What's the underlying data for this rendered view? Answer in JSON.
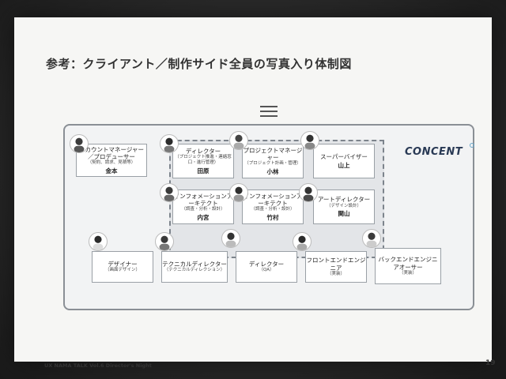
{
  "title": "参考：クライアント／制作サイド全員の写真入り体制図",
  "logo": "CONCENT",
  "footer": {
    "event": "UX NAMA TALK Vol.6 Director's Night",
    "page": "19"
  },
  "roles": {
    "account": {
      "title": "アカウントマネージャー／プロデューサー",
      "sub": "（契約、請求、見積等）",
      "name": "金本"
    },
    "director1": {
      "title": "ディレクター",
      "sub": "（プロジェクト推進・連絡窓口・進行管理）",
      "name": "田原"
    },
    "pm": {
      "title": "プロジェクトマネージャー",
      "sub": "（プロジェクト計画・管理）",
      "name": "小林"
    },
    "supervisor": {
      "title": "スーパーバイザー",
      "sub": "",
      "name": "山上"
    },
    "ia1": {
      "title": "インフォメーションアーキテクト",
      "sub": "（調査・分析・設計）",
      "name": "内宮"
    },
    "ia2": {
      "title": "インフォメーションアーキテクト",
      "sub": "（調査・分析・設計）",
      "name": "竹村"
    },
    "art": {
      "title": "アートディレクター",
      "sub": "（デザイン設計）",
      "name": "関山"
    },
    "designer": {
      "title": "デザイナー",
      "sub": "（画面デザイン）",
      "name": ""
    },
    "tech": {
      "title": "テクニカルディレクター",
      "sub": "（テクニカルディレクション）",
      "name": ""
    },
    "qa": {
      "title": "ディレクター",
      "sub": "（QA）",
      "name": ""
    },
    "frontend": {
      "title": "フロントエンドエンジニア",
      "sub": "（実装）",
      "name": ""
    },
    "backend": {
      "title": "バックエンドエンジニアオーサー",
      "sub": "（実装）",
      "name": ""
    }
  },
  "colors": {
    "frame": "#8a8f95",
    "inner_team_bg": "#e3e5e8",
    "logo": "#2a3a55"
  }
}
